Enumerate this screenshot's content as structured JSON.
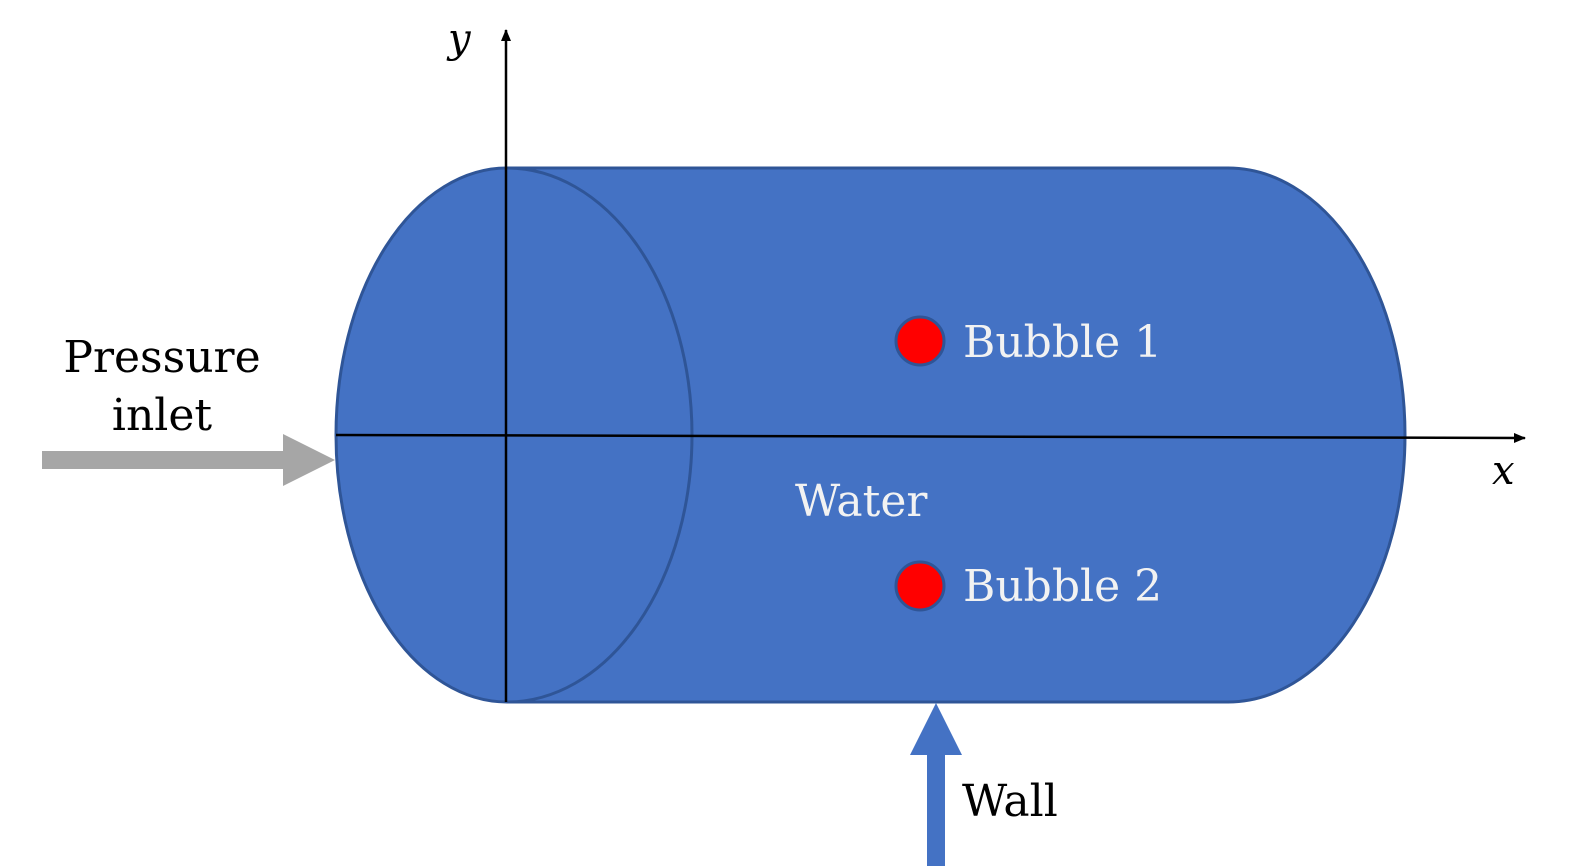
{
  "axes": {
    "x_label": "x",
    "y_label": "y"
  },
  "labels": {
    "pressure_inlet_line1": "Pressure",
    "pressure_inlet_line2": "inlet",
    "bubble1": "Bubble 1",
    "bubble2": "Bubble 2",
    "water": "Water",
    "wall": "Wall"
  },
  "colors": {
    "cylinder_fill": "#4472C4",
    "cylinder_stroke": "#2F5597",
    "bubble": "#FF0000",
    "inlet_arrow": "#A6A6A6",
    "wall_arrow": "#4472C4",
    "text_light": "#F2F2F2"
  }
}
